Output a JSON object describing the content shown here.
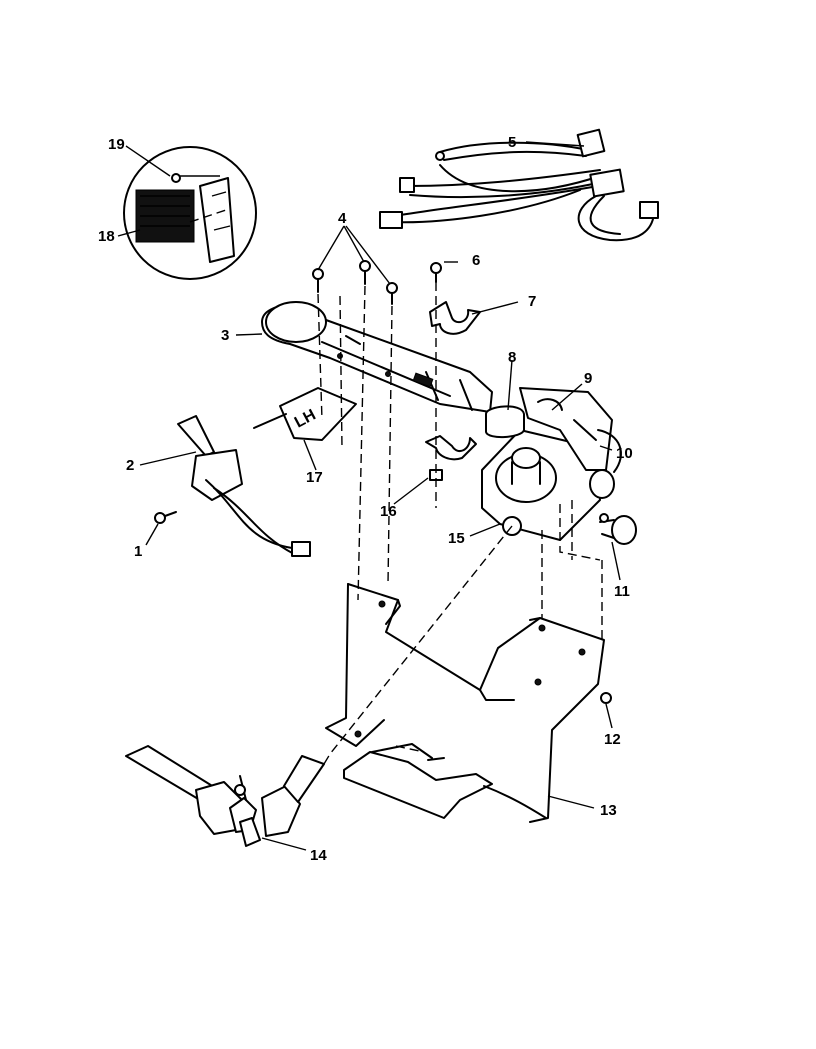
{
  "callouts": [
    {
      "id": "1",
      "label": "1"
    },
    {
      "id": "2",
      "label": "2"
    },
    {
      "id": "3",
      "label": "3"
    },
    {
      "id": "4",
      "label": "4"
    },
    {
      "id": "5",
      "label": "5"
    },
    {
      "id": "6",
      "label": "6"
    },
    {
      "id": "7",
      "label": "7"
    },
    {
      "id": "8",
      "label": "8"
    },
    {
      "id": "9",
      "label": "9"
    },
    {
      "id": "10",
      "label": "10"
    },
    {
      "id": "11",
      "label": "11"
    },
    {
      "id": "12",
      "label": "12"
    },
    {
      "id": "13",
      "label": "13"
    },
    {
      "id": "14",
      "label": "14"
    },
    {
      "id": "15",
      "label": "15"
    },
    {
      "id": "16",
      "label": "16"
    },
    {
      "id": "17",
      "label": "17"
    },
    {
      "id": "18",
      "label": "18"
    },
    {
      "id": "19",
      "label": "19"
    }
  ],
  "plate_marking": "LH",
  "colors": {
    "ink": "#000000",
    "paper": "#ffffff"
  }
}
